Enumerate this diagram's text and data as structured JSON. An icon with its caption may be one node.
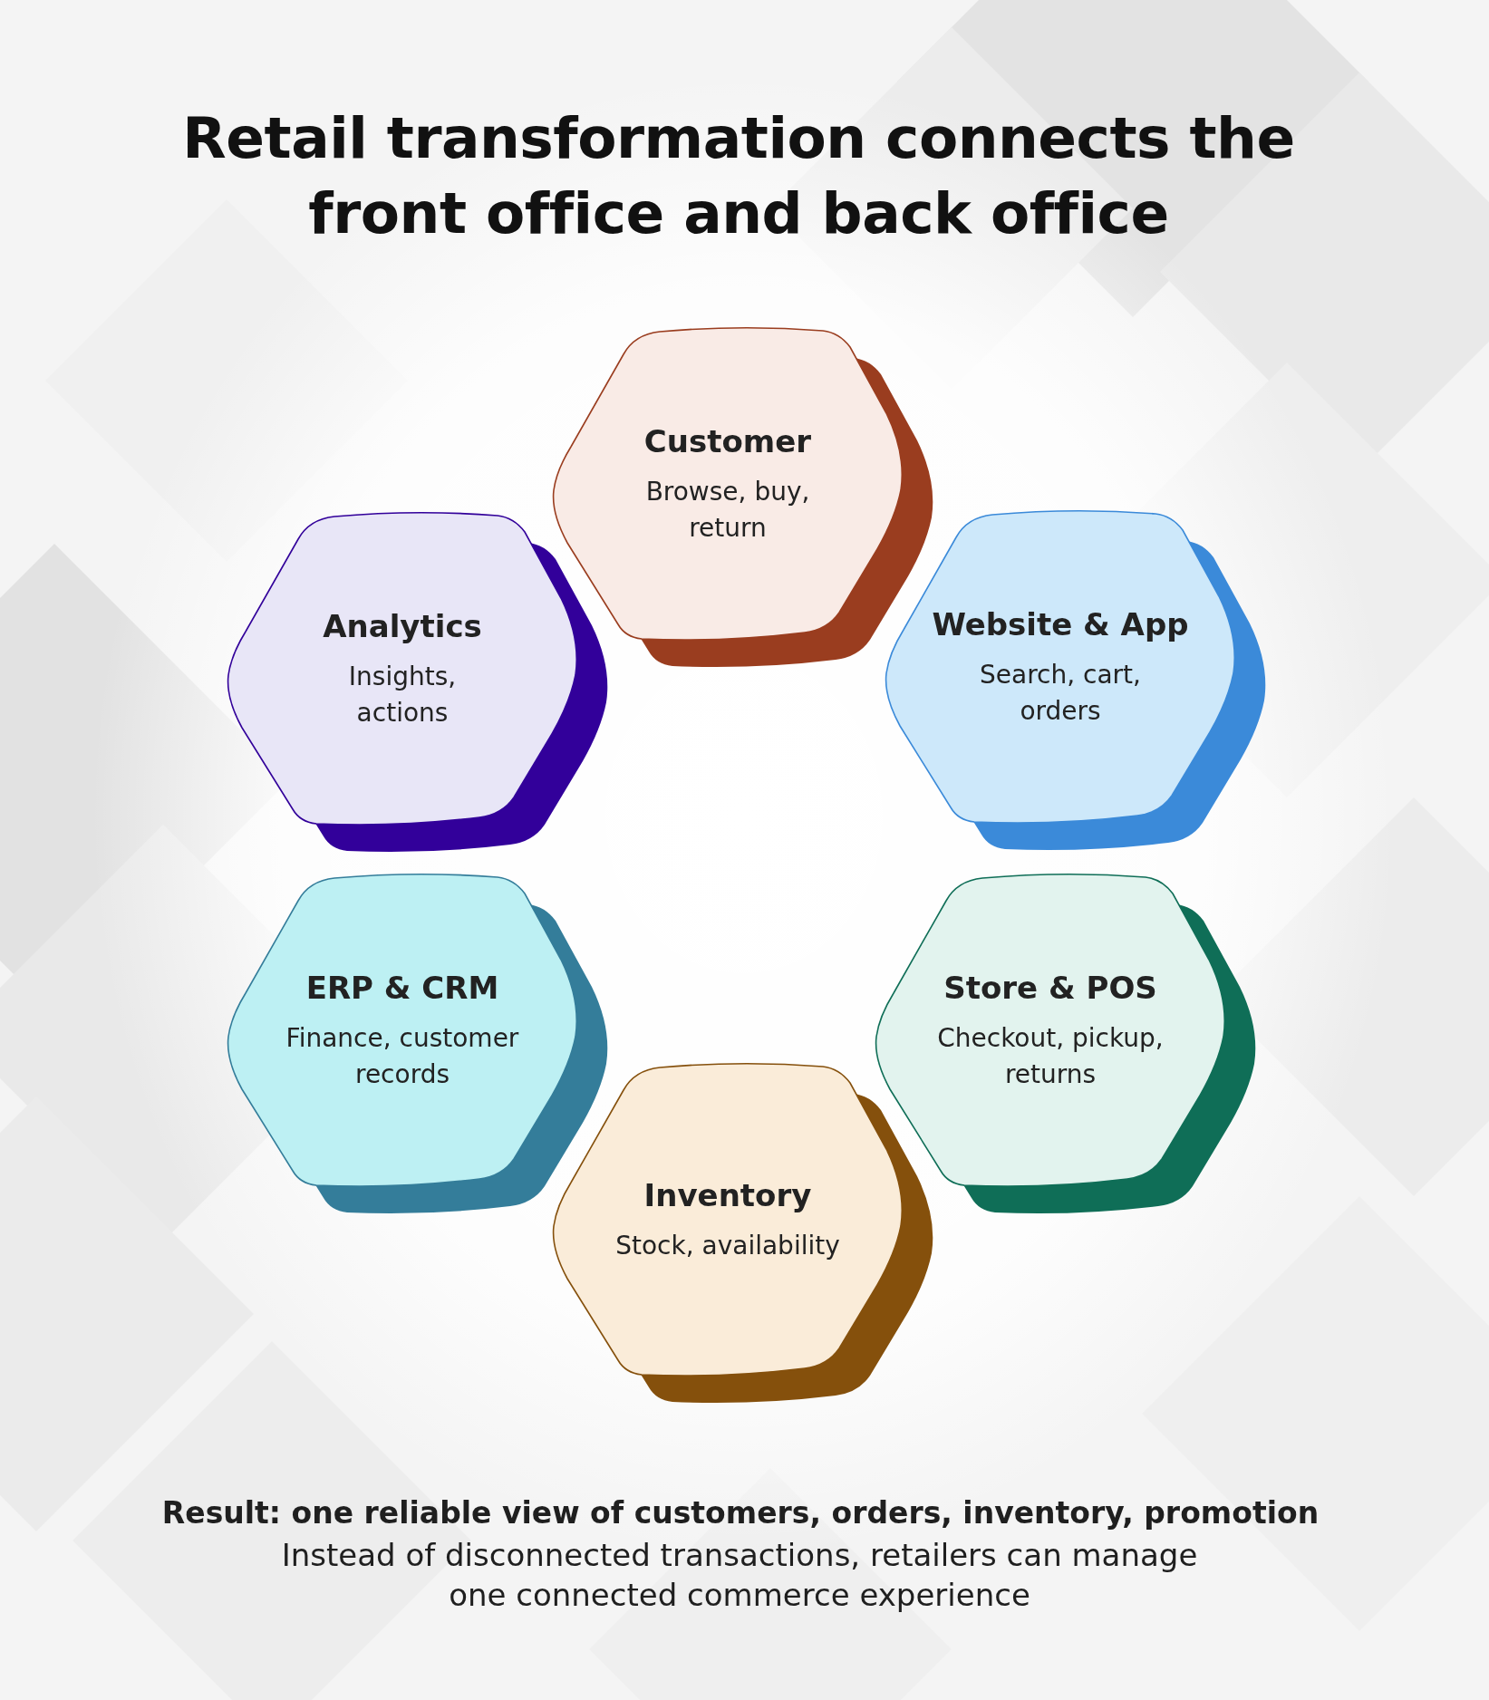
{
  "diagram": {
    "title": "Retail transformation connects the front office and back office",
    "nodes": [
      {
        "text": [
          "Customer",
          "Browse, buy, return"
        ]
      },
      {
        "text": [
          "Analytics",
          "Insights, actions"
        ]
      },
      {
        "text": [
          "Website & App",
          "Search, cart, orders"
        ]
      },
      {
        "text": [
          "ERP & CRM",
          "Finance, customer records"
        ]
      },
      {
        "text": [
          "Store & POS",
          "Checkout, pickup, returns"
        ]
      },
      {
        "text": [
          "Inventory",
          "Stock, availability"
        ]
      }
    ],
    "labels": [
      "Result: one reliable view of customers, orders, inventory, promotion",
      "Instead of disconnected transactions, retailers can manage one connected commerce experience"
    ]
  }
}
